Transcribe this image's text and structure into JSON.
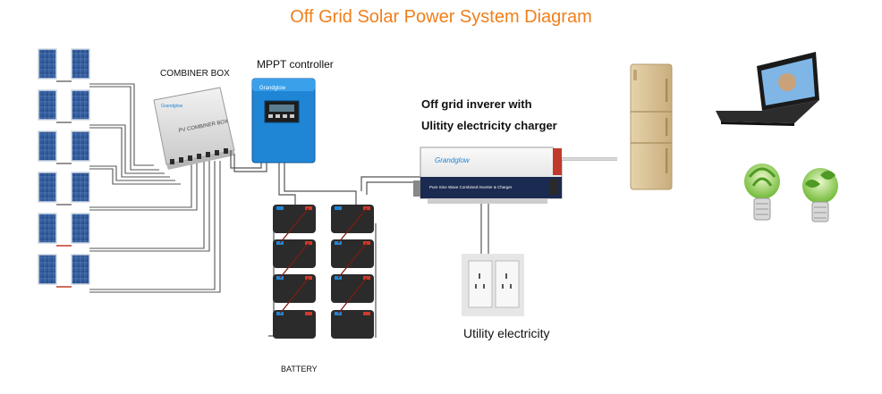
{
  "title": "Off Grid Solar Power System Diagram",
  "labels": {
    "combiner_box": "COMBINER BOX",
    "mppt_controller": "MPPT controller",
    "inverter_line1": "Off grid inverer with",
    "inverter_line2": "Ulitity electricity charger",
    "utility": "Utility electricity",
    "battery": "BATTERY"
  },
  "device_text": {
    "combiner_brand": "Grandglow",
    "combiner_name": "PV COMBINER BOX",
    "mppt_brand": "Grandglow",
    "inverter_brand": "Grandglow",
    "inverter_panel": "Pure Sine Wave Combined Inverter & Charger"
  },
  "colors": {
    "title": "#f07f1b",
    "panel_blue": "#2a4f8f",
    "mppt_blue": "#1f86d6",
    "wire": "#555555",
    "red_wire": "#c0392b",
    "fridge": "#d9c39a",
    "bulb_green": "#7cc53a"
  },
  "components": [
    {
      "name": "solar-panels",
      "count": 12
    },
    {
      "name": "batteries",
      "count": 8
    },
    {
      "name": "loads",
      "items": [
        "laptop-icon",
        "refrigerator-icon",
        "light-bulb-icon"
      ]
    }
  ]
}
